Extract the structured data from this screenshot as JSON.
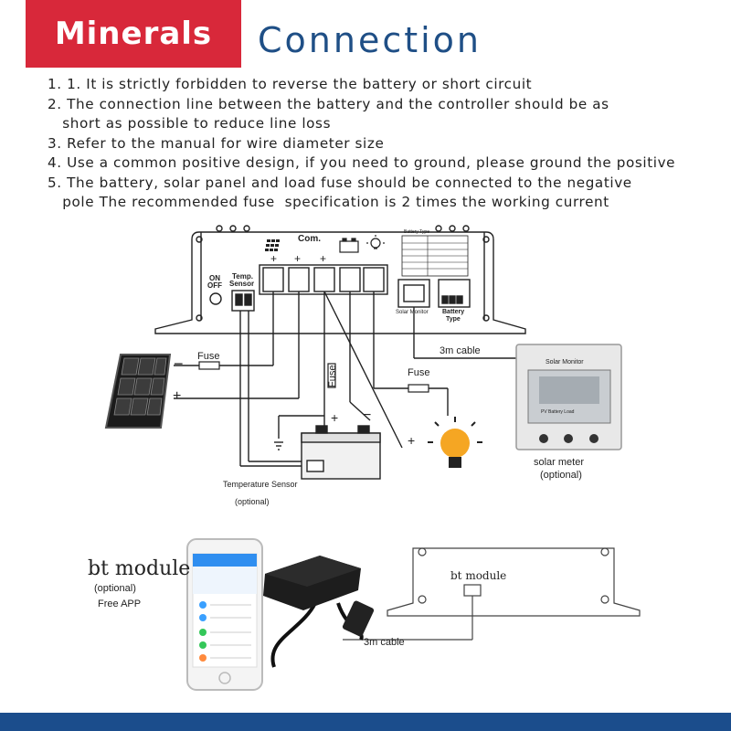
{
  "brand": {
    "logo_text": "Minerals"
  },
  "title": "Connection",
  "instructions": [
    "1. 1. It is strictly forbidden to reverse the battery or short circuit",
    "2. The connection line between the battery and the controller should be as",
    "   short as possible to reduce line loss",
    "3. Refer to the manual for wire diameter size",
    "4. Use a common positive design, if you need to ground, please ground the positive",
    "5. The battery, solar panel and load fuse should be connected to the negative",
    "   pole The recommended fuse  specification is 2 times the working current"
  ],
  "controller": {
    "com_label": "Com.",
    "on_label": "ON",
    "off_label": "OFF",
    "temp_label": "Temp.",
    "sensor_label": "Sensor",
    "solar_monitor_port": "Solar Monitor",
    "battery_type_line1": "Battery",
    "battery_type_line2": "Type",
    "battery_type_table_title": "Battery Type",
    "plus": "+",
    "minus": "−"
  },
  "wiring": {
    "fuse_label": "Fuse",
    "cable_label": "3m cable",
    "temp_sensor_label": "Temperature Sensor",
    "optional_label": "(optional)"
  },
  "solar_meter": {
    "header": "Solar Monitor",
    "lcd_text": "PV  Battery Load",
    "caption": "solar meter",
    "optional": "(optional)"
  },
  "bt_section": {
    "module_label": "bt module",
    "optional": "(optional)",
    "free_app": "Free APP",
    "inner_label": "bt module",
    "cable_label": "3m cable"
  },
  "colors": {
    "logo_bg": "#d8283a",
    "title": "#1f4f86",
    "bottom_bar": "#1b4d8c",
    "bulb": "#f5a623",
    "phone_blue": "#2f8ef0"
  }
}
